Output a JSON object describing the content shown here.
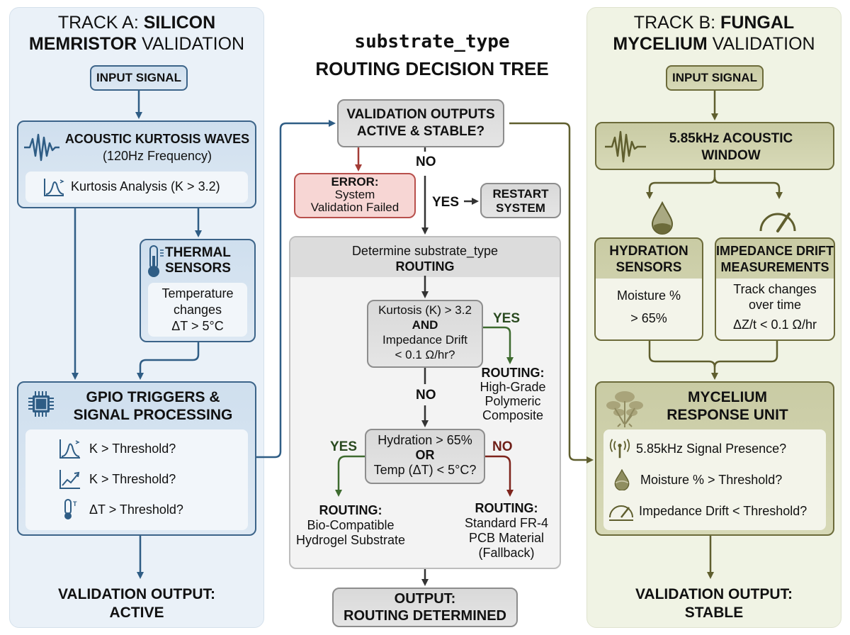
{
  "center": {
    "title_code": "substrate_type",
    "title_main": "ROUTING DECISION TREE",
    "decision_top": {
      "line1": "VALIDATION OUTPUTS",
      "line2": "ACTIVE & STABLE?"
    },
    "error_box": {
      "title": "ERROR:",
      "line1": "System",
      "line2": "Validation Failed"
    },
    "no_label": "NO",
    "yes_label": "YES",
    "restart_box": {
      "line1": "RESTART",
      "line2": "SYSTEM"
    },
    "routing_panel": {
      "header_line1": "Determine substrate_type",
      "header_line2": "ROUTING",
      "decision1": {
        "line1": "Kurtosis (K) > 3.2",
        "line2": "AND",
        "line3": "Impedance Drift",
        "line4": "< 0.1 Ω/hr?"
      },
      "decision1_yes": "YES",
      "decision1_no": "NO",
      "route_polymer": {
        "title": "ROUTING:",
        "line1": "High-Grade",
        "line2": "Polymeric",
        "line3": "Composite"
      },
      "decision2": {
        "line1": "Hydration > 65%",
        "line2": "OR",
        "line3": "Temp (ΔT) < 5°C?"
      },
      "decision2_yes": "YES",
      "decision2_no": "NO",
      "route_hydrogel": {
        "title": "ROUTING:",
        "line1": "Bio-Compatible",
        "line2": "Hydrogel Substrate"
      },
      "route_fr4": {
        "title": "ROUTING:",
        "line1": "Standard FR-4",
        "line2": "PCB Material",
        "line3": "(Fallback)"
      }
    },
    "output_box": {
      "line1": "OUTPUT:",
      "line2": "ROUTING DETERMINED"
    }
  },
  "track_a": {
    "title_light1": "TRACK A: ",
    "title_bold1": "SILICON",
    "title_bold2": "MEMRISTOR",
    "title_light2": " VALIDATION",
    "input_signal": "INPUT SIGNAL",
    "acoustic": {
      "title": "ACOUSTIC KURTOSIS WAVES",
      "subtitle": "(120Hz Frequency)",
      "analysis": "Kurtosis Analysis (K > 3.2)",
      "icon": "waveform-icon",
      "analysis_icon": "bell-curve-icon"
    },
    "thermal": {
      "line1": "THERMAL",
      "line2": "SENSORS",
      "desc1": "Temperature",
      "desc2": "changes",
      "desc3": "ΔT > 5°C",
      "icon": "thermometer-icon"
    },
    "gpio": {
      "line1": "GPIO TRIGGERS &",
      "line2": "SIGNAL PROCESSING",
      "icon": "chip-icon",
      "checks": [
        {
          "icon": "bell-curve-icon",
          "text": "K > Threshold?"
        },
        {
          "icon": "trend-up-icon",
          "text": "K > Threshold?"
        },
        {
          "icon": "thermometer-icon",
          "text": "ΔT > Threshold?"
        }
      ]
    },
    "output": {
      "line1": "VALIDATION OUTPUT:",
      "line2": "ACTIVE"
    }
  },
  "track_b": {
    "title_light1": "TRACK B: ",
    "title_bold1": "FUNGAL",
    "title_bold2": "MYCELIUM",
    "title_light2": " VALIDATION",
    "input_signal": "INPUT SIGNAL",
    "acoustic": {
      "line1": "5.85kHz ACOUSTIC",
      "line2": "WINDOW",
      "icon": "waveform-icon"
    },
    "hydration": {
      "line1": "HYDRATION",
      "line2": "SENSORS",
      "desc1": "Moisture %",
      "desc2": "> 65%",
      "icon": "water-drop-icon"
    },
    "impedance": {
      "line1": "IMPEDANCE DRIFT",
      "line2": "MEASUREMENTS",
      "desc1": "Track changes",
      "desc2": "over time",
      "desc3": "ΔZ/t < 0.1 Ω/hr",
      "icon": "gauge-icon"
    },
    "mycelium": {
      "line1": "MYCELIUM",
      "line2": "RESPONSE UNIT",
      "icon": "mushroom-icon",
      "checks": [
        {
          "icon": "antenna-icon",
          "text": "5.85kHz Signal Presence?"
        },
        {
          "icon": "water-drop-icon",
          "text": "Moisture % > Threshold?"
        },
        {
          "icon": "gauge-icon",
          "text": "Impedance Drift < Threshold?"
        }
      ]
    },
    "output": {
      "line1": "VALIDATION OUTPUT:",
      "line2": "STABLE"
    }
  },
  "colors": {
    "blue_accent": "#2f5d85",
    "olive_accent": "#5f5e2e",
    "error_red": "#b8504c",
    "yes_green": "#3e6b2f",
    "no_red": "#8a2a22",
    "neutral_dark": "#333333"
  }
}
